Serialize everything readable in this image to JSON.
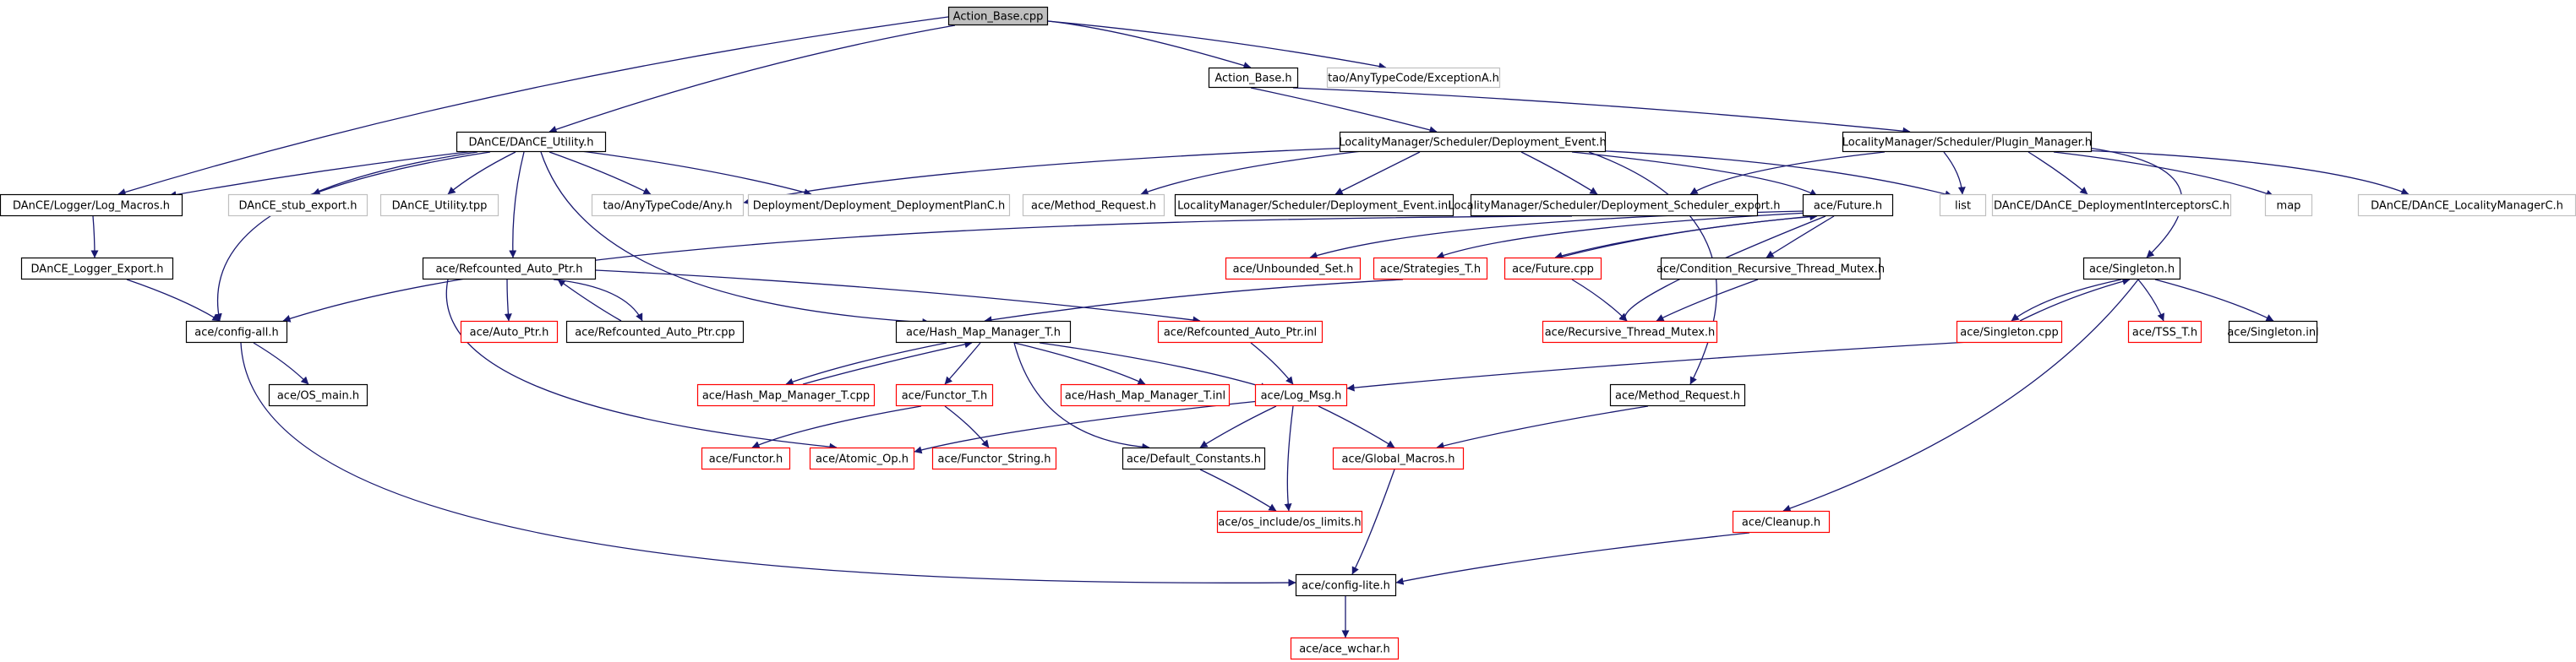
{
  "graph_title": "Action_Base.cpp",
  "colors": {
    "edge": "#191970",
    "border_normal": "#000000",
    "border_missing": "#ff0000",
    "border_external": "#c0c0c0",
    "root_fill": "#bfbfbf",
    "fill": "#ffffff"
  },
  "nodes": [
    {
      "id": "n0",
      "label": "Action_Base.cpp",
      "style": "root"
    },
    {
      "id": "n1",
      "label": "Action_Base.h",
      "style": "normal"
    },
    {
      "id": "n2",
      "label": "tao/AnyTypeCode/ExceptionA.h",
      "style": "external"
    },
    {
      "id": "n3",
      "label": "DAnCE/DAnCE_Utility.h",
      "style": "normal"
    },
    {
      "id": "n4",
      "label": "LocalityManager/Scheduler/Deployment_Event.h",
      "style": "normal"
    },
    {
      "id": "n5",
      "label": "LocalityManager/Scheduler/Plugin_Manager.h",
      "style": "normal"
    },
    {
      "id": "n6",
      "label": "DAnCE/Logger/Log_Macros.h",
      "style": "normal"
    },
    {
      "id": "n7",
      "label": "DAnCE_stub_export.h",
      "style": "external"
    },
    {
      "id": "n8",
      "label": "DAnCE_Utility.tpp",
      "style": "external"
    },
    {
      "id": "n9",
      "label": "tao/AnyTypeCode/Any.h",
      "style": "external"
    },
    {
      "id": "n10",
      "label": "Deployment/Deployment_DeploymentPlanC.h",
      "style": "external"
    },
    {
      "id": "n11",
      "label": "ace/Method_Request.h",
      "style": "external"
    },
    {
      "id": "n12",
      "label": "LocalityManager/Scheduler/Deployment_Event.inl",
      "style": "normal"
    },
    {
      "id": "n13",
      "label": "LocalityManager/Scheduler/Deployment_Scheduler_export.h",
      "style": "normal"
    },
    {
      "id": "n14",
      "label": "ace/Future.h",
      "style": "normal"
    },
    {
      "id": "n15",
      "label": "list",
      "style": "external"
    },
    {
      "id": "n16",
      "label": "DAnCE/DAnCE_DeploymentInterceptorsC.h",
      "style": "external"
    },
    {
      "id": "n17",
      "label": "map",
      "style": "external"
    },
    {
      "id": "n18",
      "label": "DAnCE/DAnCE_LocalityManagerC.h",
      "style": "external"
    },
    {
      "id": "n19",
      "label": "DAnCE_Logger_Export.h",
      "style": "normal"
    },
    {
      "id": "n20",
      "label": "ace/config-all.h",
      "style": "normal"
    },
    {
      "id": "n21",
      "label": "ace/Refcounted_Auto_Ptr.h",
      "style": "normal"
    },
    {
      "id": "n22",
      "label": "ace/Unbounded_Set.h",
      "style": "missing"
    },
    {
      "id": "n23",
      "label": "ace/Strategies_T.h",
      "style": "missing"
    },
    {
      "id": "n24",
      "label": "ace/Future.cpp",
      "style": "missing"
    },
    {
      "id": "n25",
      "label": "ace/Condition_Recursive_Thread_Mutex.h",
      "style": "normal"
    },
    {
      "id": "n26",
      "label": "ace/Singleton.h",
      "style": "normal"
    },
    {
      "id": "n27",
      "label": "ace/Auto_Ptr.h",
      "style": "missing"
    },
    {
      "id": "n28",
      "label": "ace/Refcounted_Auto_Ptr.cpp",
      "style": "normal"
    },
    {
      "id": "n29",
      "label": "ace/Hash_Map_Manager_T.h",
      "style": "normal"
    },
    {
      "id": "n30",
      "label": "ace/Refcounted_Auto_Ptr.inl",
      "style": "missing"
    },
    {
      "id": "n31",
      "label": "ace/Recursive_Thread_Mutex.h",
      "style": "missing"
    },
    {
      "id": "n32",
      "label": "ace/Singleton.cpp",
      "style": "missing"
    },
    {
      "id": "n33",
      "label": "ace/TSS_T.h",
      "style": "missing"
    },
    {
      "id": "n34",
      "label": "ace/Singleton.inl",
      "style": "normal"
    },
    {
      "id": "n35",
      "label": "ace/OS_main.h",
      "style": "normal"
    },
    {
      "id": "n36",
      "label": "ace/Hash_Map_Manager_T.cpp",
      "style": "missing"
    },
    {
      "id": "n37",
      "label": "ace/Functor_T.h",
      "style": "missing"
    },
    {
      "id": "n38",
      "label": "ace/Hash_Map_Manager_T.inl",
      "style": "missing"
    },
    {
      "id": "n39",
      "label": "ace/Log_Msg.h",
      "style": "missing"
    },
    {
      "id": "n40",
      "label": "ace/Method_Request.h",
      "style": "normal"
    },
    {
      "id": "n41",
      "label": "ace/Functor.h",
      "style": "missing"
    },
    {
      "id": "n42",
      "label": "ace/Atomic_Op.h",
      "style": "missing"
    },
    {
      "id": "n43",
      "label": "ace/Functor_String.h",
      "style": "missing"
    },
    {
      "id": "n44",
      "label": "ace/Default_Constants.h",
      "style": "normal"
    },
    {
      "id": "n45",
      "label": "ace/Global_Macros.h",
      "style": "missing"
    },
    {
      "id": "n46",
      "label": "ace/os_include/os_limits.h",
      "style": "missing"
    },
    {
      "id": "n47",
      "label": "ace/Cleanup.h",
      "style": "missing"
    },
    {
      "id": "n48",
      "label": "ace/config-lite.h",
      "style": "normal"
    },
    {
      "id": "n49",
      "label": "ace/ace_wchar.h",
      "style": "missing"
    }
  ]
}
